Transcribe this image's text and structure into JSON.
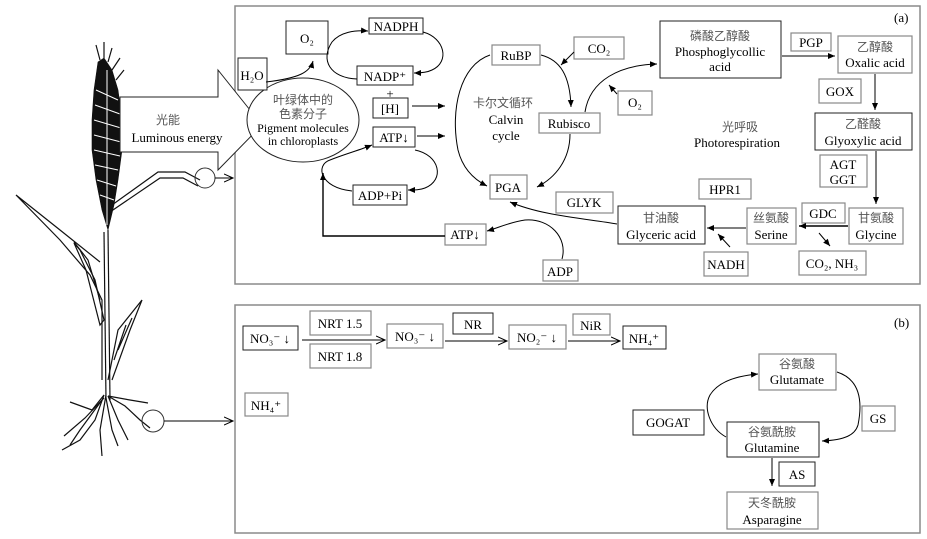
{
  "panels": {
    "a": {
      "label": "(a)",
      "light_arrow": {
        "zh": "光能",
        "en": "Luminous energy"
      },
      "pigment": {
        "zh1": "叶绿体中的",
        "zh2": "色素分子",
        "en1": "Pigment molecules",
        "en2": "in chloroplasts"
      },
      "h2o": "H₂O",
      "o2_top": "O₂",
      "nadph": "NADPH",
      "nadp": "NADP⁺",
      "plus": "+",
      "h": "[H]",
      "atp1": "ATP↓",
      "adp_pi": "ADP+Pi",
      "atp2": "ATP↓",
      "adp": "ADP",
      "calvin": {
        "zh": "卡尔文循环",
        "en1": "Calvin",
        "en2": "cycle"
      },
      "rubp": "RuBP",
      "co2": "CO₂",
      "rubisco": "Rubisco",
      "o2_mid": "O₂",
      "pga": "PGA",
      "glyk": "GLYK",
      "phosphoglycollic": {
        "zh": "磷酸乙醇酸",
        "en1": "Phosphoglycollic",
        "en2": "acid"
      },
      "pgp": "PGP",
      "oxalic": {
        "zh": "乙醇酸",
        "en": "Oxalic acid"
      },
      "gox": "GOX",
      "photoresp": {
        "zh": "光呼吸",
        "en": "Photorespiration"
      },
      "glyoxylic": {
        "zh": "乙醛酸",
        "en": "Glyoxylic acid"
      },
      "agt": "AGT",
      "ggt": "GGT",
      "hpr1": "HPR1",
      "glyceric": {
        "zh": "甘油酸",
        "en": "Glyceric acid"
      },
      "serine": {
        "zh": "丝氨酸",
        "en": "Serine"
      },
      "gdc": "GDC",
      "glycine": {
        "zh": "甘氨酸",
        "en": "Glycine"
      },
      "nadh": "NADH",
      "co2_nh3": "CO₂, NH₃"
    },
    "b": {
      "label": "(b)",
      "no3_1": "NO₃⁻ ↓",
      "nrt15": "NRT 1.5",
      "nrt18": "NRT 1.8",
      "no3_2": "NO₃⁻ ↓",
      "nr": "NR",
      "no2": "NO₂⁻ ↓",
      "nir": "NiR",
      "nh4_1": "NH₄⁺",
      "nh4_2": "NH₄⁺",
      "glutamate": {
        "zh": "谷氨酸",
        "en": "Glutamate"
      },
      "gs": "GS",
      "gogat": "GOGAT",
      "glutamine": {
        "zh": "谷氨酰胺",
        "en": "Glutamine"
      },
      "as": "AS",
      "asparagine": {
        "zh": "天冬酰胺",
        "en": "Asparagine"
      }
    }
  }
}
